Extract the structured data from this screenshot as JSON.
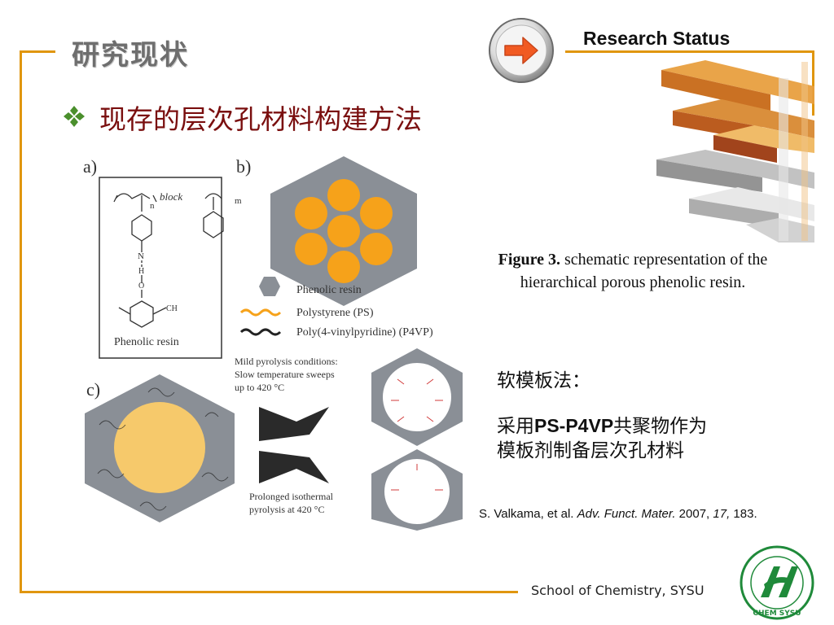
{
  "header": {
    "title_cn": "研究现状",
    "title_en": "Research Status",
    "next_button_icon": "arrow-right-icon"
  },
  "main": {
    "bullet_icon": "four-diamond-bullet-icon",
    "bullet_text": "现存的层次孔材料构建方法",
    "figure": {
      "panel_labels": [
        "a)",
        "b)",
        "c)"
      ],
      "panel_a": {
        "block_label": "block",
        "subscript_n": "n",
        "subscript_m": "m",
        "resin_label": "Phenolic resin",
        "atom_n": "N",
        "atom_h": "H",
        "atom_o": "O",
        "ch2_label": "CH"
      },
      "legend": {
        "phenolic": "Phenolic resin",
        "ps": "Polystyrene (PS)",
        "p4vp": "Poly(4-vinylpyridine) (P4VP)"
      },
      "conditions_mild": [
        "Mild pyrolysis conditions:",
        "Slow temperature sweeps",
        "up to 420 °C"
      ],
      "conditions_prolonged": [
        "Prolonged isothermal",
        "pyrolysis at 420 °C"
      ]
    },
    "caption": {
      "label": "Figure 3.",
      "text": "schematic representation of the hierarchical porous phenolic resin."
    },
    "soft_template": {
      "label": "软模板法：",
      "line1_prefix": "采用",
      "line1_bold": "PS-P4VP",
      "line1_suffix": "共聚物作为",
      "line2": "模板剂制备层次孔材料"
    },
    "reference": {
      "authors": "S. Valkama, et al.",
      "journal": "Adv. Funct. Mater.",
      "year": "2007,",
      "volume": "17,",
      "pages": "183."
    }
  },
  "footer": {
    "school": "School of Chemistry, SYSU",
    "logo_text_bottom": "CHEM   SYSU"
  },
  "colors": {
    "frame": "#e0960f",
    "bullet_text": "#7a0f0f",
    "arrow": "#f15a22",
    "resin_gray": "#8a8f96",
    "ps_orange": "#f6a21a",
    "logo_green": "#1f8a3a"
  }
}
